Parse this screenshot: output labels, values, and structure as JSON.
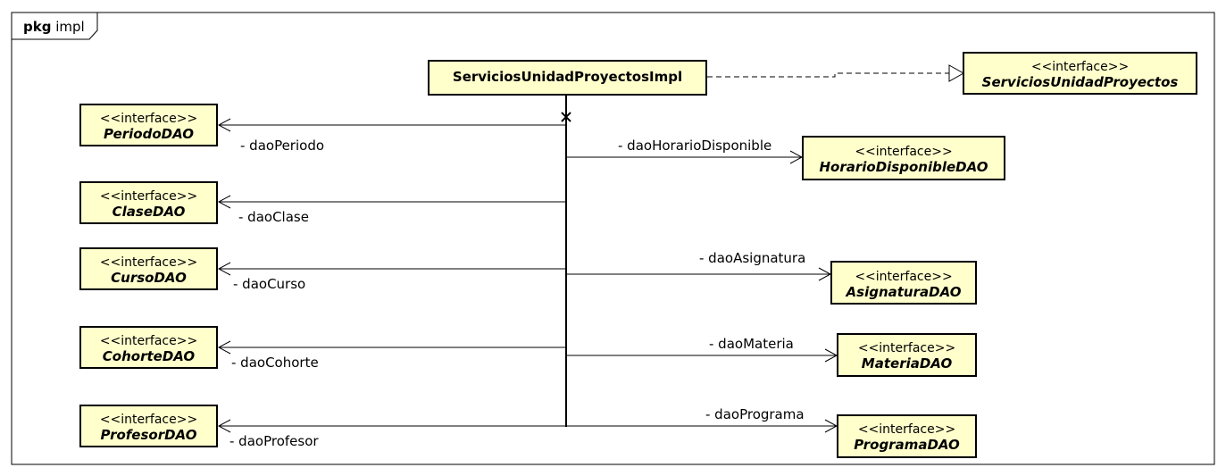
{
  "package": {
    "keyword": "pkg",
    "name": "impl"
  },
  "impl_class": {
    "name": "ServiciosUnidadProyectosImpl"
  },
  "realized_interface": {
    "stereotype": "<<interface>>",
    "name": "ServiciosUnidadProyectos"
  },
  "left_deps": [
    {
      "stereotype": "<<interface>>",
      "name": "PeriodoDAO",
      "role": "- daoPeriodo"
    },
    {
      "stereotype": "<<interface>>",
      "name": "ClaseDAO",
      "role": "- daoClase"
    },
    {
      "stereotype": "<<interface>>",
      "name": "CursoDAO",
      "role": "- daoCurso"
    },
    {
      "stereotype": "<<interface>>",
      "name": "CohorteDAO",
      "role": "- daoCohorte"
    },
    {
      "stereotype": "<<interface>>",
      "name": "ProfesorDAO",
      "role": "- daoProfesor"
    }
  ],
  "right_deps": [
    {
      "stereotype": "<<interface>>",
      "name": "HorarioDisponibleDAO",
      "role": "- daoHorarioDisponible"
    },
    {
      "stereotype": "<<interface>>",
      "name": "AsignaturaDAO",
      "role": "- daoAsignatura"
    },
    {
      "stereotype": "<<interface>>",
      "name": "MateriaDAO",
      "role": "- daoMateria"
    },
    {
      "stereotype": "<<interface>>",
      "name": "ProgramaDAO",
      "role": "- daoPrograma"
    }
  ],
  "colors": {
    "box_fill": "#ffffcc",
    "stroke": "#000000"
  }
}
